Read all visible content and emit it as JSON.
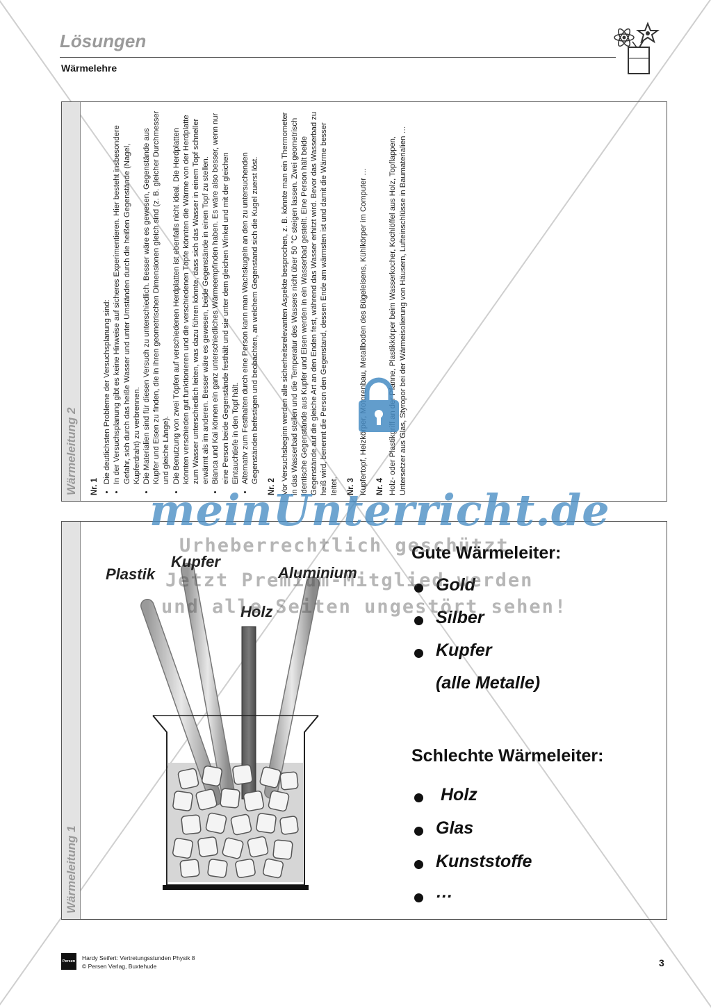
{
  "header": {
    "title": "Lösungen",
    "subtitle": "Wärmelehre"
  },
  "panel_top": {
    "label": "Wärmeleitung 2",
    "sections": [
      {
        "heading": "Nr. 1",
        "intro": "Die deutlichsten Probleme der Versuchsplanung sind:",
        "bullets": [
          "In der Versuchsplanung gibt es keine Hinweise auf sicheres Experimentieren. Hier besteht insbesondere Gefahr, sich durch das heiße Wasser und unter Umständen durch die heißen Gegenstände (Nagel, Kupferdraht) zu verbrennen.",
          "Die Materialien sind für diesen Versuch zu unterschiedlich. Besser wäre es gewesen, Gegenstände aus Kupfer und Eisen zu finden, die in ihren geometrischen Dimensionen gleich sind (z. B. gleicher Durchmesser und gleiche Länge).",
          "Die Benutzung von zwei Töpfen auf verschiedenen Herdplatten ist ebenfalls nicht ideal. Die Herdplatten könnten verschieden gut funktionieren und die verschiedenen Töpfe könnten die Wärme von der Herdplatte zum Wasser unterschiedlich leiten, was dazu führen könnte, dass sich das Wasser in einem Topf schneller erwärmt als im anderen. Besser wäre es gewesen, beide Gegenstände in einen Topf zu stellen.",
          "Bianca und Kai können ein ganz unterschiedliches Wärmeempfinden haben. Es wäre also besser, wenn nur eine Person beide Gegenstände festhält und sie unter dem gleichen Winkel und mit der gleichen Eintauchtiefe in den Topf hält.",
          "Alternativ zum Festhalten durch eine Person kann man Wachskugeln an den zu untersuchenden Gegenständen befestigen und beobachten, an welchem Gegenstand sich die Kugel zuerst löst."
        ]
      },
      {
        "heading": "Nr. 2",
        "body": "Vor Versuchsbeginn werden alle sicherheitsrelevanten Aspekte besprochen, z. B. könnte man ein Thermometer in das Wasserbad stellen und die Temperatur des Wassers nicht über 50 °C steigen lassen. Zwei geometrisch identische Gegenstände aus Kupfer und Eisen werden in ein Wasserbad gestellt. Eine Person hält beide Gegenstände auf die gleiche Art an den Enden fest, während das Wasser erhitzt wird. Bevor das Wasserbad zu heiß wird, benennt die Person den Gegenstand, dessen Ende am wärmsten ist und damit die Wärme besser leitet."
      },
      {
        "heading": "Nr. 3",
        "body": "Kupfertopf, Heizkörper, Motorenbau, Metallboden des Bügeleisens, Kühlkörper im Computer …"
      },
      {
        "heading": "Nr. 4",
        "body": "Holz- oder Plastikgriff an der Pfanne, Plastikkörper beim Wasserkocher, Kochlöffel aus Holz, Topflappen, Untersetzer aus Glas, Styropor bei der Wärmeisolierung von Häusern, Lufteinschlüsse in Baumaterialien …"
      }
    ]
  },
  "panel_bottom": {
    "label": "Wärmeleitung 1",
    "rod_labels": {
      "plastik": "Plastik",
      "kupfer": "Kupfer",
      "aluminium": "Aluminium",
      "holz": "Holz"
    },
    "good": {
      "title": "Gute Wärmeleiter:",
      "items": [
        "Gold",
        "Silber",
        "Kupfer"
      ],
      "note": "(alle Metalle)"
    },
    "bad": {
      "title": "Schlechte Wärmeleiter:",
      "items": [
        "Holz",
        "Glas",
        "Kunststoffe",
        "…"
      ]
    }
  },
  "watermark": {
    "brand": "meinUnterricht.de",
    "line1": "Urheberrechtlich geschützt",
    "line2": "Jetzt Premium-Mitglied werden",
    "line3": "und alle Seiten ungestört sehen!"
  },
  "footer": {
    "publisher_logo": "Persen",
    "line1": "Hardy Seifert: Vertretungsstunden Physik 8",
    "line2": "© Persen Verlag, Buxtehude",
    "page_number": "3"
  }
}
